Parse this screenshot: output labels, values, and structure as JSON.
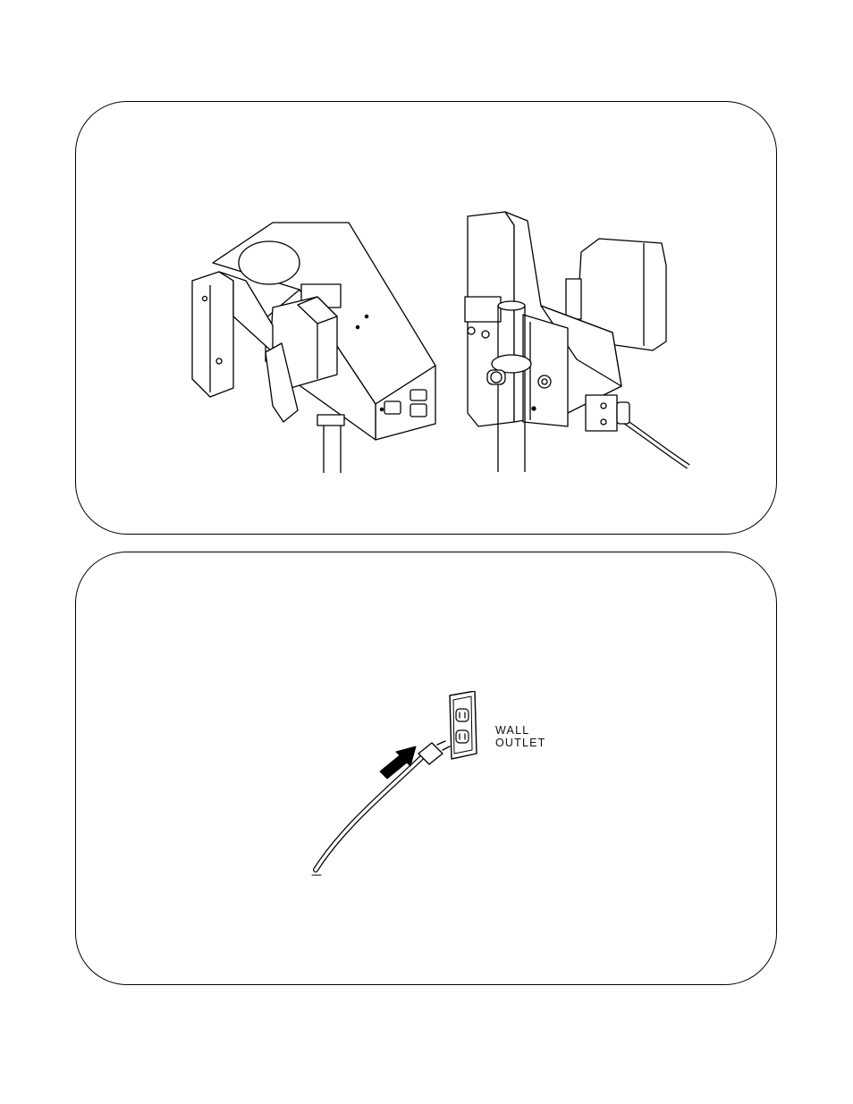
{
  "figures": [
    {
      "id": "printer-mount",
      "description_icons": [
        "printer-head-front-icon",
        "printer-head-rear-icon"
      ]
    },
    {
      "id": "power-connection",
      "labels": {
        "line1": "WALL",
        "line2": "OUTLET"
      }
    }
  ],
  "colors": {
    "ink": "#000000",
    "panel_border": "#000000",
    "background": "#ffffff",
    "shade": "#f2f2f2"
  }
}
